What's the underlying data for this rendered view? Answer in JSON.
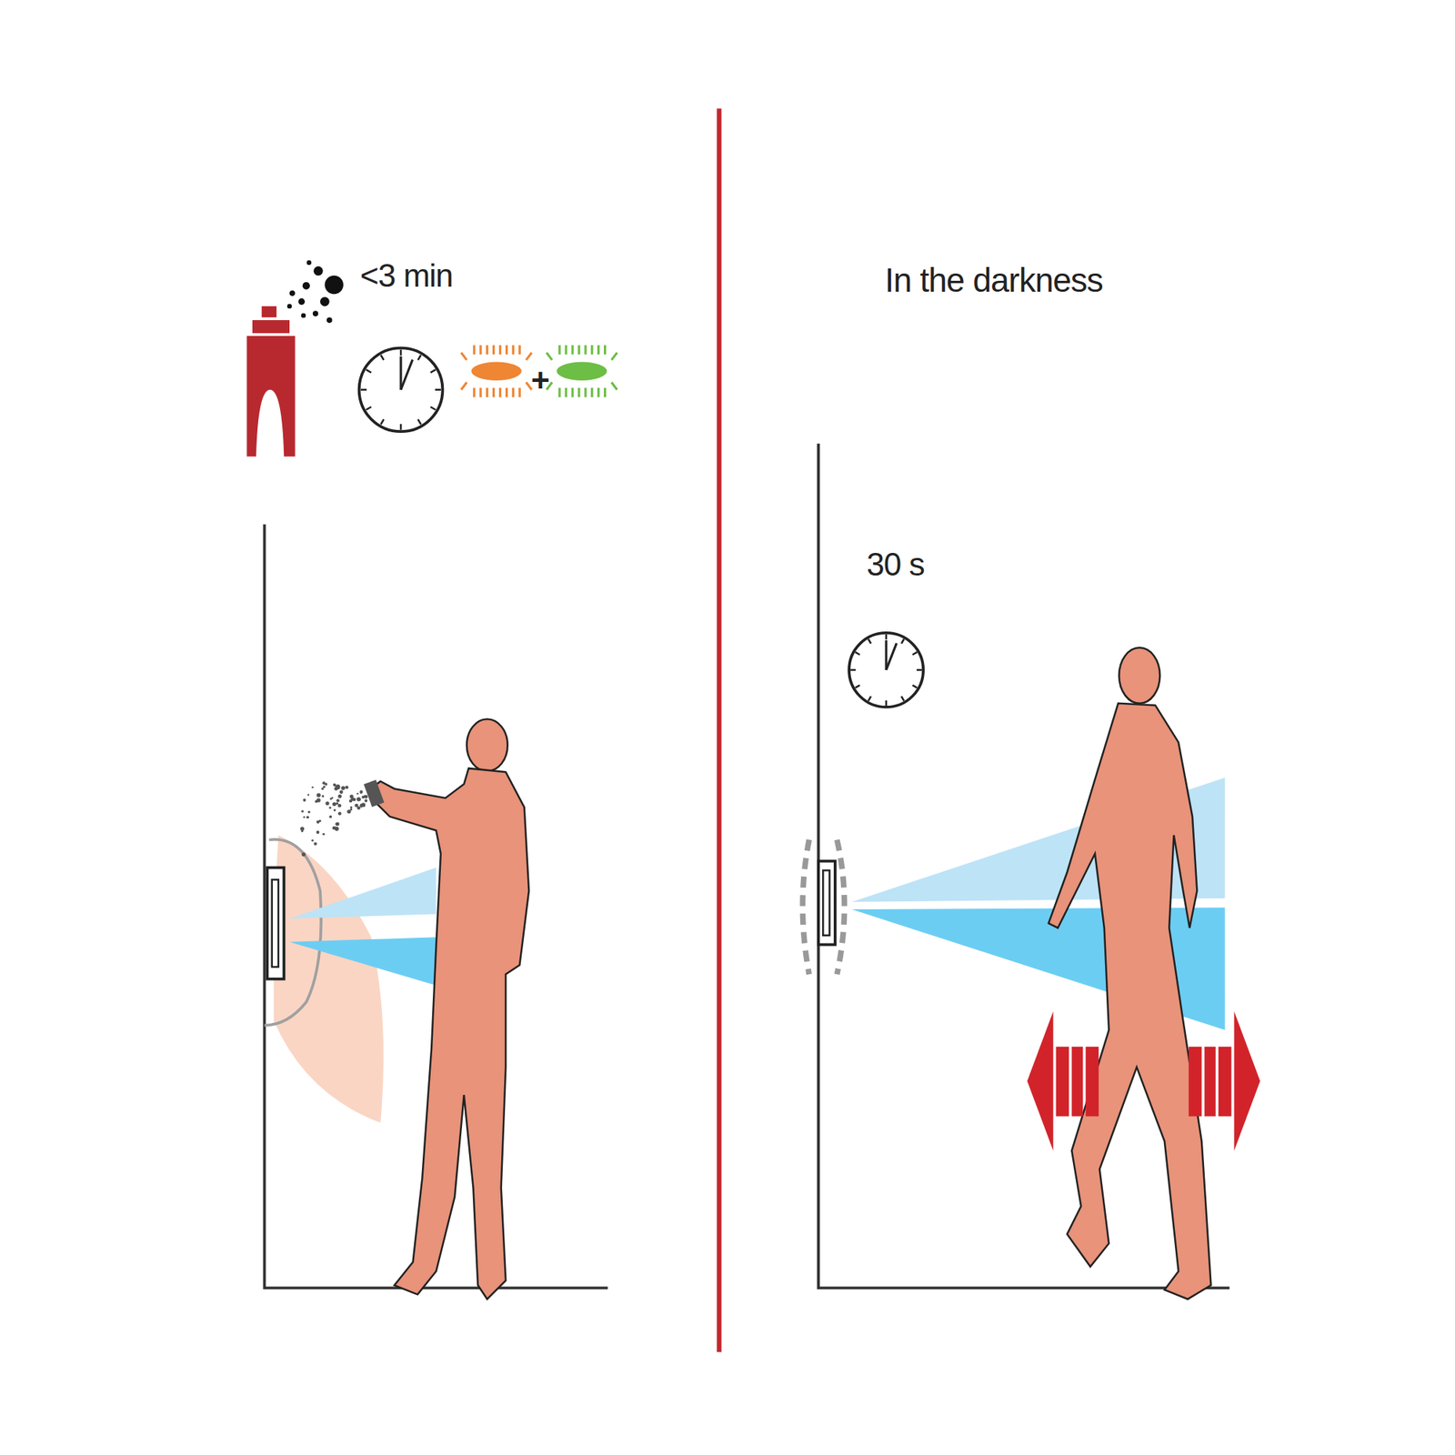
{
  "diagram": {
    "labels": [
      "<3 min",
      "+",
      "In the darkness",
      "30 s"
    ]
  }
}
